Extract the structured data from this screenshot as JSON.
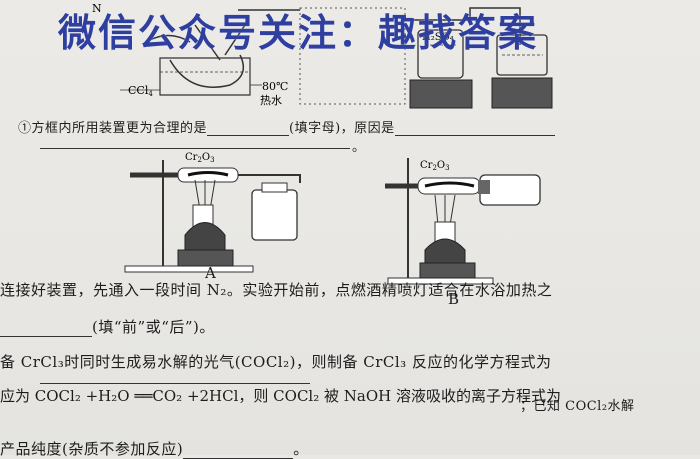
{
  "watermark": "微信公众号关注：趣找答案",
  "top": {
    "ccl4_label": "CCl",
    "ccl4_sub": "4",
    "temp_label": "80℃",
    "water_label": "热水",
    "h2so4_label": "H₂SO₄",
    "n_label": "N"
  },
  "q1": {
    "marker": "①",
    "text_a": "方框内所用装置更为合理的是",
    "text_b": "(填字母)，原因是",
    "end_mark": "。"
  },
  "figure": {
    "label_a": "A",
    "label_b": "B",
    "reagent_a": "Cr",
    "reagent_a_sub1": "2",
    "reagent_a_tail": "O",
    "reagent_a_sub2": "3",
    "reagent_b": "Cr",
    "reagent_b_sub1": "2",
    "reagent_b_tail": "O",
    "reagent_b_sub2": "3"
  },
  "lines": {
    "l1": "连接好装置，先通入一段时间 N₂。实验开始前，点燃酒精喷灯适合在水浴加热之",
    "l2_blank": "",
    "l2": "(填“前”或“后”)。",
    "l3": "备 CrCl₃时同时生成易水解的光气(COCl₂)，则制备 CrCl₃ 反应的化学方程式为",
    "l4": "应为 COCl₂ +H₂O ══CO₂ +2HCl，则 COCl₂ 被 NaOH 溶液吸收的离子方程式为",
    "l4_tail": "；已知 COCl₂水解",
    "l5": "产品纯度(杂质不参加反应)",
    "l5_end": "。"
  }
}
